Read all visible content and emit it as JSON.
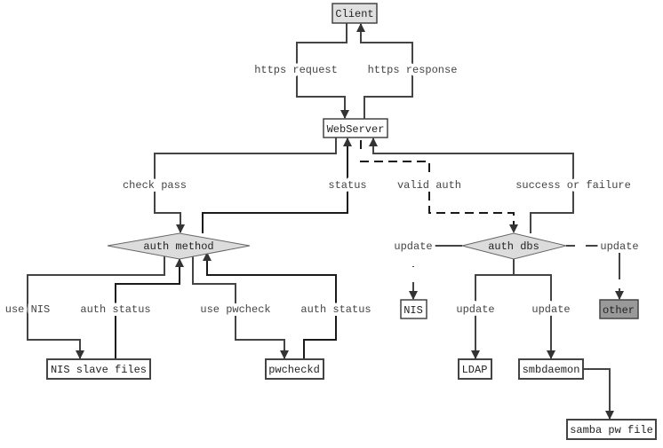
{
  "nodes": {
    "client": "Client",
    "webserver": "WebServer",
    "auth_method": "auth method",
    "auth_dbs": "auth dbs",
    "nis_slave_files": "NIS slave files",
    "pwcheckd": "pwcheckd",
    "nis": "NIS",
    "other": "other",
    "ldap": "LDAP",
    "smbdaemon": "smbdaemon",
    "samba_pw_file": "samba pw file"
  },
  "edges": {
    "https_request": "https request",
    "https_response": "https response",
    "check_pass": "check pass",
    "status": "status",
    "valid_auth": "valid auth",
    "success_or_failure": "success or failure",
    "use_nis": "use NIS",
    "auth_status_nis": "auth status",
    "use_pwcheck": "use pwcheck",
    "auth_status_pw": "auth status",
    "update_nis": "update",
    "update_other": "update",
    "update_ldap": "update",
    "update_smbdaemon": "update"
  },
  "colors": {
    "client_fill": "#e0e0e0",
    "decision_fill": "#dcdcdc",
    "other_fill": "#999999",
    "line": "#444444"
  }
}
